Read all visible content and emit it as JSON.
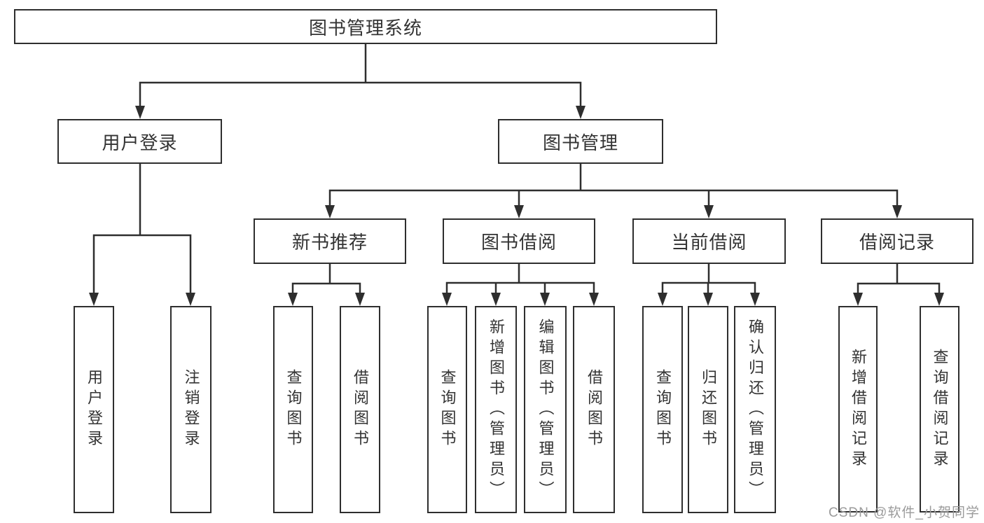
{
  "tree": {
    "label": "图书管理系统",
    "children": [
      {
        "label": "用户登录",
        "children": [
          {
            "label": "用户登录"
          },
          {
            "label": "注销登录"
          }
        ]
      },
      {
        "label": "图书管理",
        "children": [
          {
            "label": "新书推荐",
            "children": [
              {
                "label": "查询图书"
              },
              {
                "label": "借阅图书"
              }
            ]
          },
          {
            "label": "图书借阅",
            "children": [
              {
                "label": "查询图书"
              },
              {
                "label": "新增图书（管理员）"
              },
              {
                "label": "编辑图书（管理员）"
              },
              {
                "label": "借阅图书"
              }
            ]
          },
          {
            "label": "当前借阅",
            "children": [
              {
                "label": "查询图书"
              },
              {
                "label": "归还图书"
              },
              {
                "label": "确认归还（管理员）"
              }
            ]
          },
          {
            "label": "借阅记录",
            "children": [
              {
                "label": "新增借阅记录"
              },
              {
                "label": "查询借阅记录"
              }
            ]
          }
        ]
      }
    ]
  },
  "watermark": {
    "text": "CSDN @软件_小贺同学"
  },
  "colors": {
    "line": "#2e2e2e",
    "box_border": "#2e2e2e",
    "text": "#333333",
    "box_background": "#ffffff",
    "page_background": "#ffffff",
    "watermark": "#9b9b9b"
  }
}
